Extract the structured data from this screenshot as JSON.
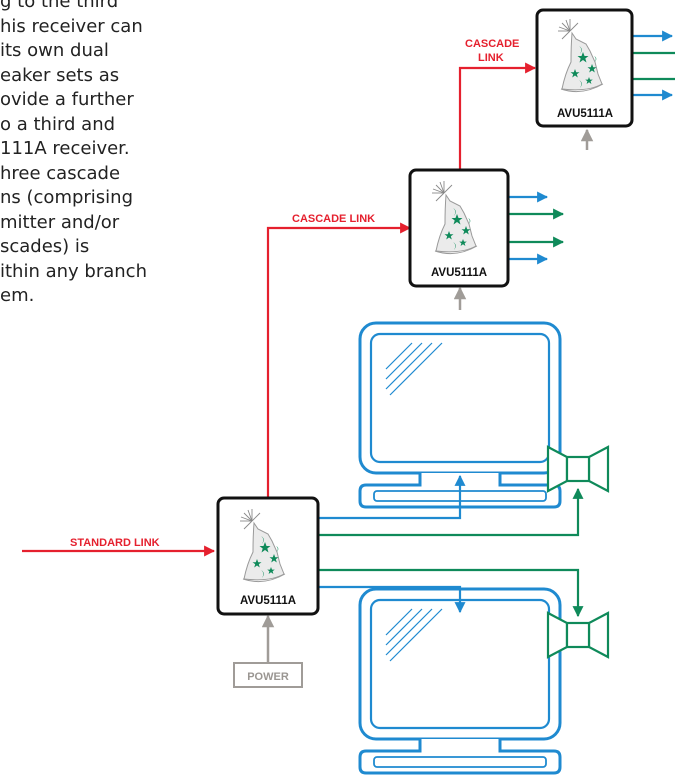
{
  "intro_text": {
    "lines": [
      "g to the third",
      "his receiver can",
      "its own dual",
      "eaker sets as",
      "ovide a further",
      "o a third and",
      "111A receiver.",
      "hree cascade",
      "ns (comprising",
      "mitter and/or",
      "scades) is",
      "ithin any branch",
      "em."
    ]
  },
  "diagram": {
    "labels": {
      "standard_link": "STANDARD LINK",
      "cascade_link_1": "CASCADE LINK",
      "cascade_link_2_line1": "CASCADE",
      "cascade_link_2_line2": "LINK",
      "power": "POWER"
    },
    "units": {
      "unit_main": "AVU5111A",
      "unit_mid": "AVU5111A",
      "unit_top": "AVU5111A"
    },
    "colors": {
      "link_red": "#e5202e",
      "video_blue": "#1f8ad0",
      "audio_green": "#0f8a5a",
      "power_grey": "#a09c98",
      "box_border": "#111111"
    }
  }
}
